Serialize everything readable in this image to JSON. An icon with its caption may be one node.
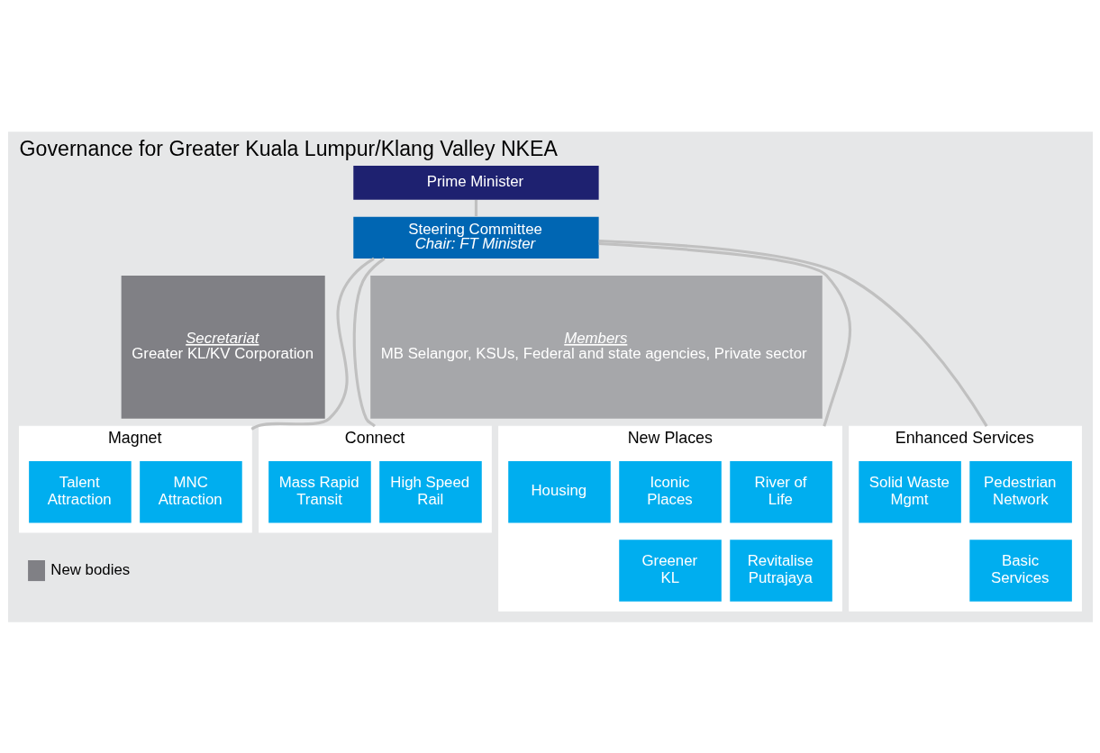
{
  "diagram": {
    "title": "Governance for Greater Kuala Lumpur/Klang Valley NKEA",
    "nodes": [
      {
        "text": [
          "Prime Minister"
        ]
      },
      {
        "text": [
          "Steering Committee",
          "Chair: FT Minister"
        ]
      },
      {
        "text": [
          "Secretariat",
          "Greater KL/KV Corporation"
        ]
      },
      {
        "text": [
          "Members",
          "MB Selangor, KSUs, Federal and state agencies, Private sector"
        ]
      },
      {
        "text": [
          "Magnet"
        ]
      },
      {
        "text": [
          "MNC Attraction"
        ],
        "in": 4
      },
      {
        "text": [
          "Talent Attraction"
        ],
        "in": 4
      },
      {
        "text": [
          "Connect"
        ]
      },
      {
        "text": [
          "High Speed Rail"
        ],
        "in": 7
      },
      {
        "text": [
          "Mass Rapid Transit"
        ],
        "in": 7
      },
      {
        "text": [
          "New Places"
        ]
      },
      {
        "text": [
          "River of Life"
        ],
        "in": 10
      },
      {
        "text": [
          "Iconic Places"
        ],
        "in": 10
      },
      {
        "text": [
          "Housing"
        ],
        "in": 10
      },
      {
        "text": [
          "Revitalise Putrajaya"
        ],
        "in": 10
      },
      {
        "text": [
          "Greener KL"
        ],
        "in": 10
      },
      {
        "text": [
          "Enhanced Services"
        ]
      },
      {
        "text": [
          "Pedestrian Network"
        ],
        "in": 16
      },
      {
        "text": [
          "Solid Waste Mgmt"
        ],
        "in": 16
      },
      {
        "text": [
          "Basic Services"
        ],
        "in": 16
      }
    ],
    "edges": [
      {
        "from": 0,
        "to": 1,
        "arrow": "none"
      },
      {
        "from": 1,
        "to": 4,
        "arrow": "none"
      },
      {
        "from": 1,
        "to": 7,
        "arrow": "none"
      },
      {
        "from": 1,
        "to": 10,
        "arrow": "none"
      },
      {
        "from": 1,
        "to": 16,
        "arrow": "none"
      }
    ],
    "legend": [
      {
        "text": "New bodies",
        "color": "#808085"
      }
    ]
  }
}
